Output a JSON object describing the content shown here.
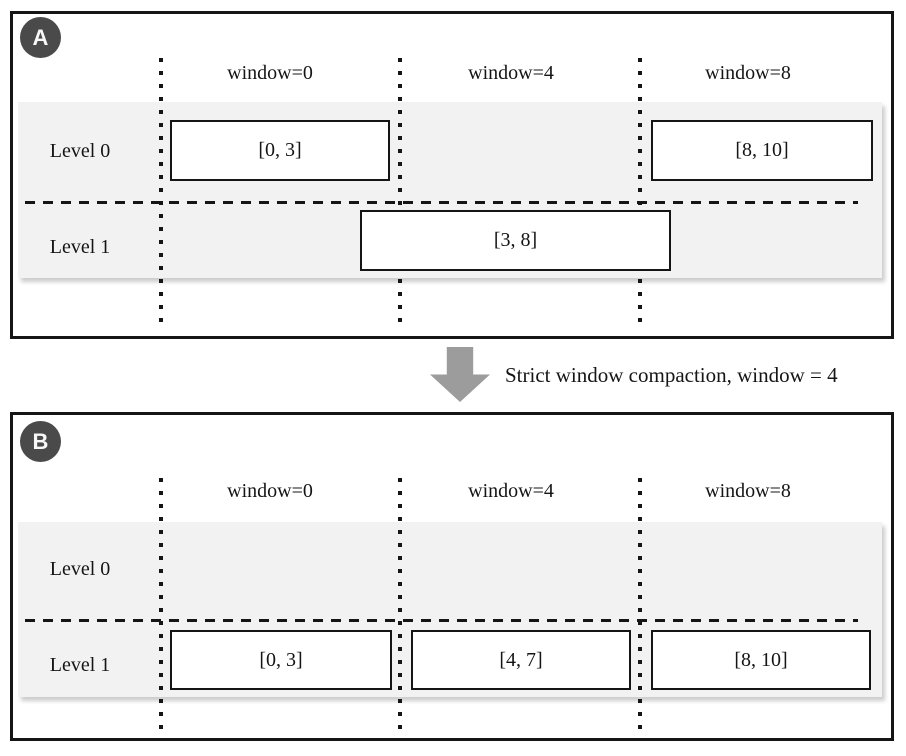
{
  "colors": {
    "line": "#151515",
    "band": "#f2f2f2",
    "badge": "#4a4a4a",
    "badge_text": "#f7f7f7",
    "arrow": "#9c9c9c"
  },
  "transition": {
    "caption": "Strict window compaction, window = 4",
    "arrow_direction": "down"
  },
  "panels": [
    {
      "badge": "A",
      "column_headers": [
        "window=0",
        "window=4",
        "window=8"
      ],
      "row_labels": [
        "Level 0",
        "Level 1"
      ],
      "boxes": [
        {
          "label": "[0, 3]",
          "level": "Level 0",
          "window": "window=0"
        },
        {
          "label": "[8, 10]",
          "level": "Level 0",
          "window": "window=8"
        },
        {
          "label": "[3, 8]",
          "level": "Level 1",
          "window": "spans window=0 and window=4 boundary"
        }
      ]
    },
    {
      "badge": "B",
      "column_headers": [
        "window=0",
        "window=4",
        "window=8"
      ],
      "row_labels": [
        "Level 0",
        "Level 1"
      ],
      "boxes": [
        {
          "label": "[0, 3]",
          "level": "Level 1",
          "window": "window=0"
        },
        {
          "label": "[4, 7]",
          "level": "Level 1",
          "window": "window=4"
        },
        {
          "label": "[8, 10]",
          "level": "Level 1",
          "window": "window=8"
        }
      ]
    }
  ]
}
